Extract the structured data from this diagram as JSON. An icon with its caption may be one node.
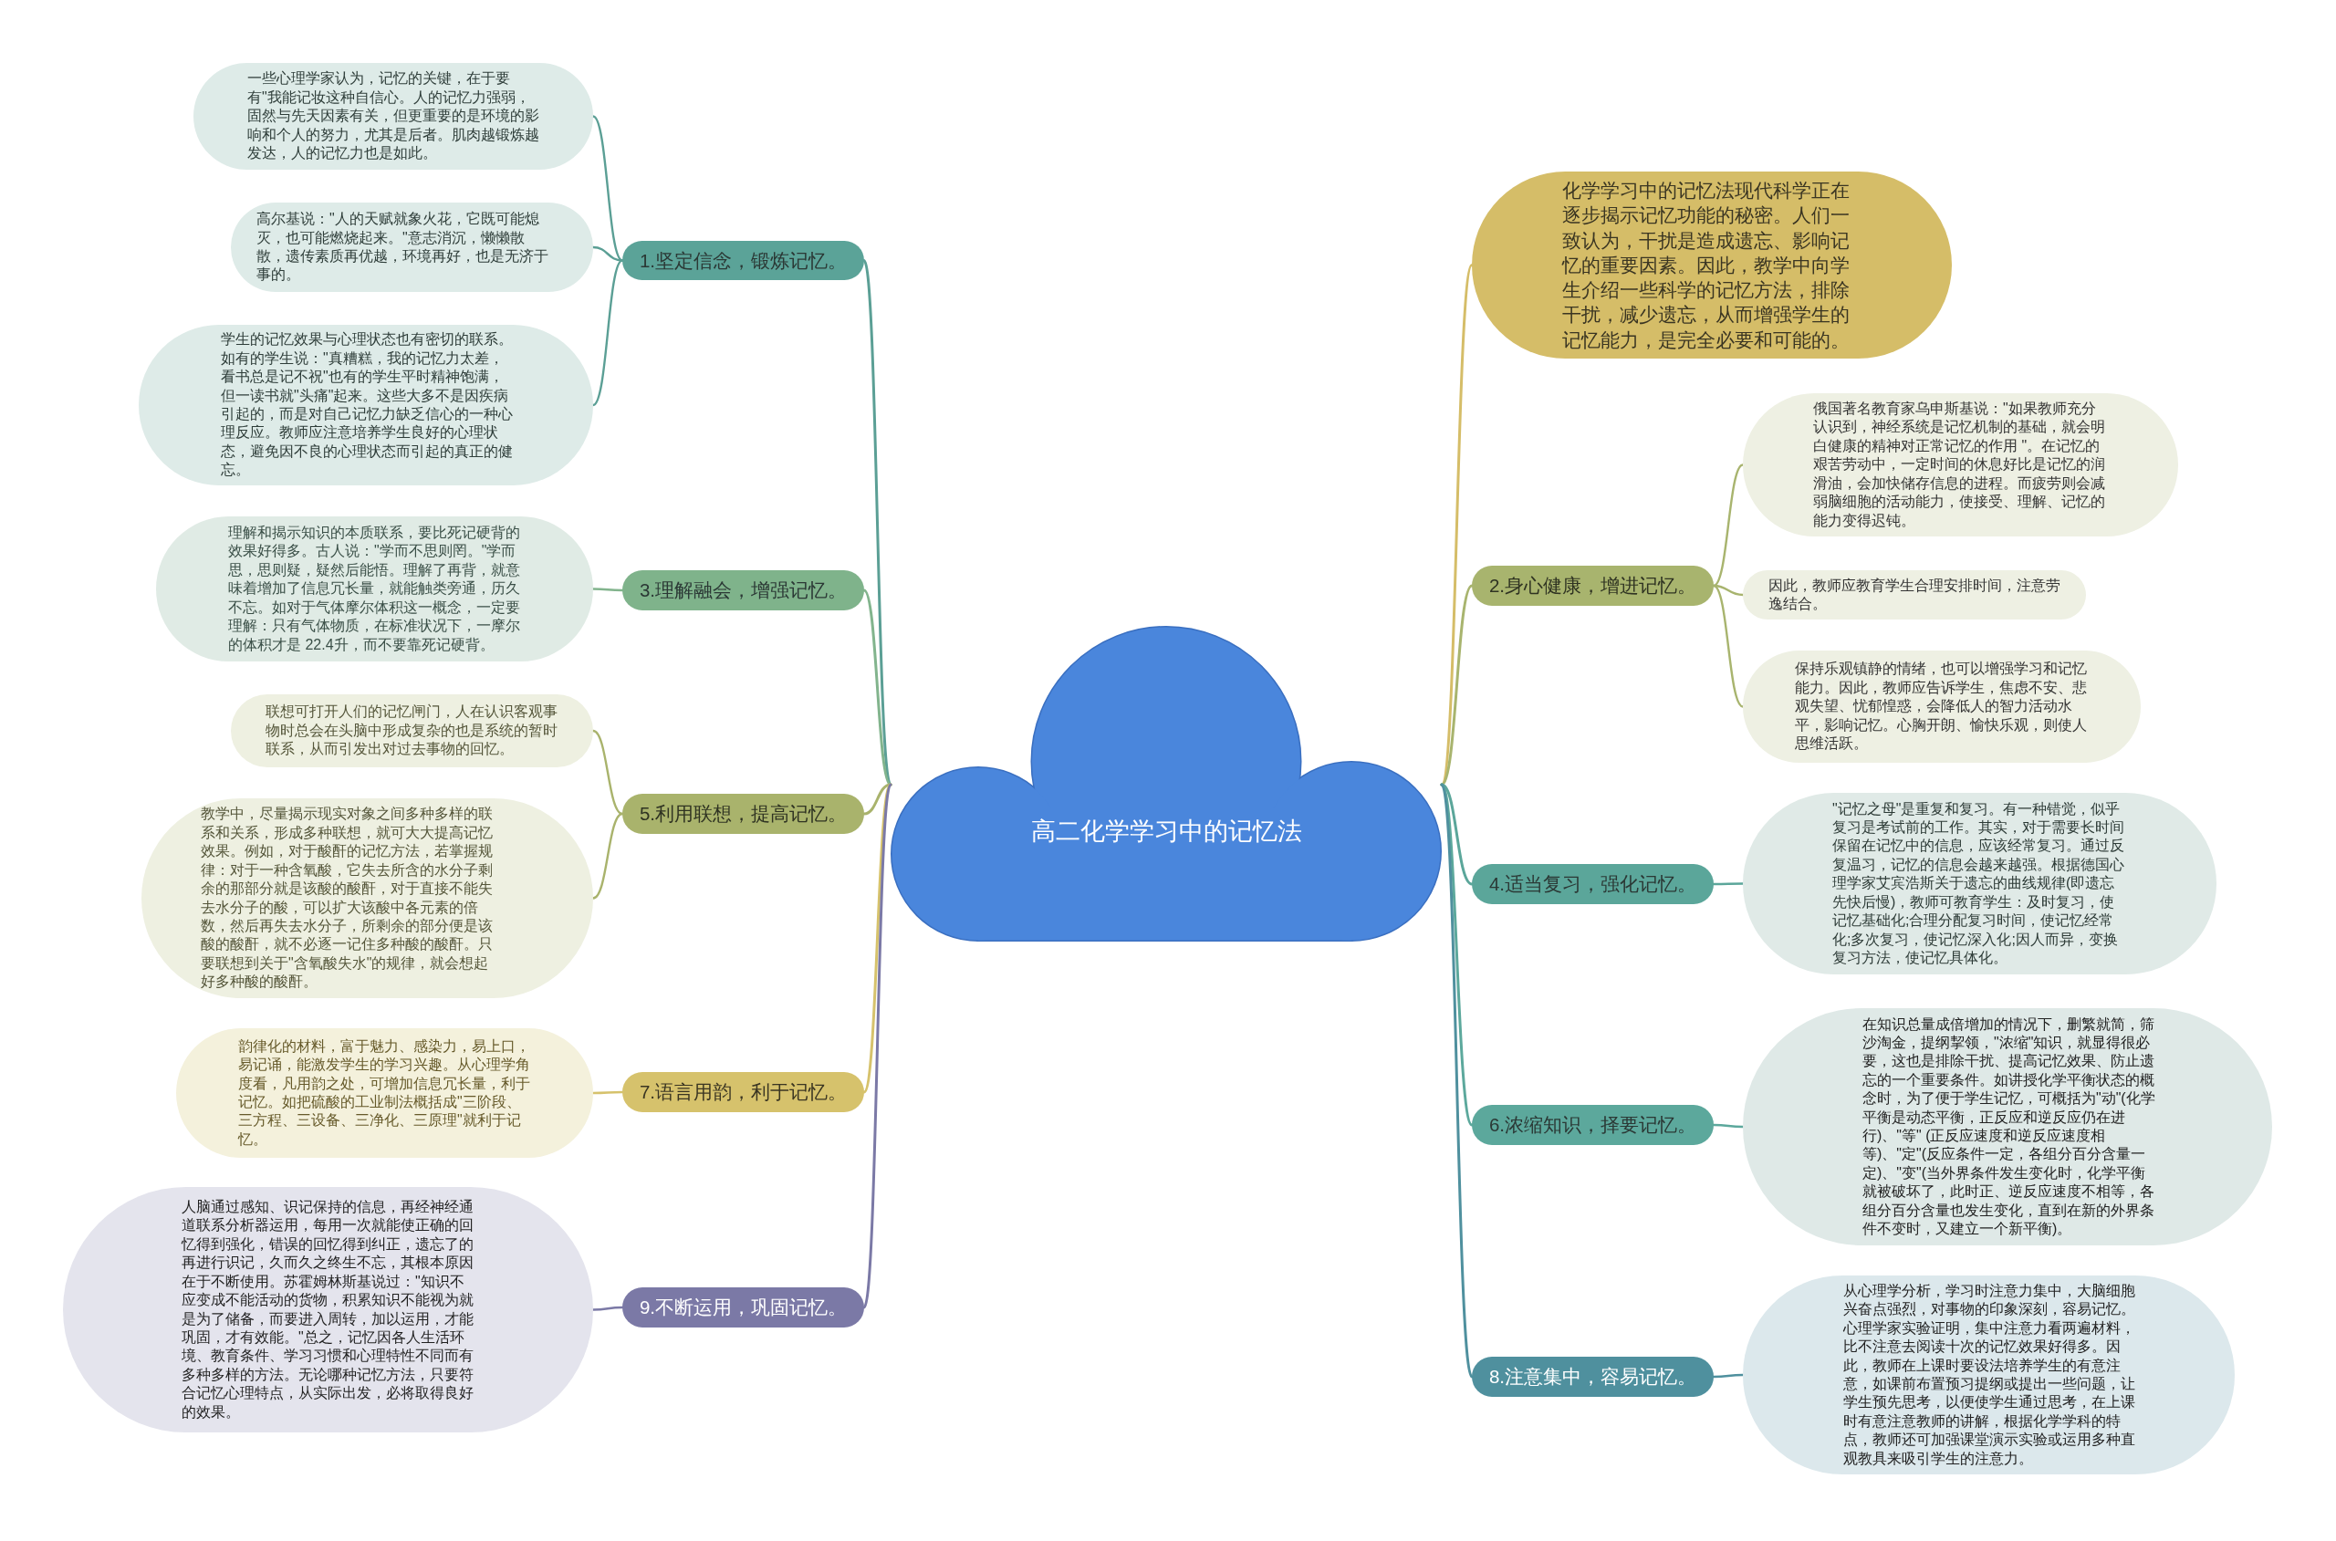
{
  "diagram": {
    "nodes": [
      {
        "text": [
          "高二化学学习中的记忆法"
        ]
      },
      {
        "text": [
          "化学学习中的记忆法现代科学正在逐步揭示记忆功能的秘密。人们一致认为，干扰是造成遗忘、影响记忆的重要因素。因此，教学中向学生介绍一些科学的记忆方法，排除干扰，减少遗忘，从而增强学生的记忆能力，是完全必要和可能的。"
        ]
      },
      {
        "text": [
          "1.坚定信念，锻炼记忆。"
        ]
      },
      {
        "text": [
          "一些心理学家认为，记忆的关键，在于要有\"我能记妆这种自信心。人的记忆力强弱，固然与先天因素有关，但更重要的是环境的影响和个人的努力，尤其是后者。肌肉越锻炼越发达，人的记忆力也是如此。"
        ]
      },
      {
        "text": [
          "高尔基说：\"人的天赋就象火花，它既可能熄灭，也可能燃烧起来。\"意志消沉，懒懒散散，遗传素质再优越，环境再好，也是无济于事的。"
        ]
      },
      {
        "text": [
          "学生的记忆效果与心理状态也有密切的联系。如有的学生说：\"真糟糕，我的记忆力太差，看书总是记不祝\"也有的学生平时精神饱满，但一读书就\"头痛\"起来。这些大多不是因疾病引起的，而是对自己记忆力缺乏信心的一种心理反应。教师应注意培养学生良好的心理状态，避免因不良的心理状态而引起的真正的健忘。"
        ]
      },
      {
        "text": [
          "2.身心健康，增进记忆。"
        ]
      },
      {
        "text": [
          "俄国著名教育家乌申斯基说：\"如果教师充分认识到，神经系统是记忆机制的基础，就会明白健康的精神对正常记忆的作用 \"。在记忆的艰苦劳动中，一定时间的休息好比是记忆的润滑油，会加快储存信息的进程。而疲劳则会减弱脑细胞的活动能力，使接受、理解、记忆的能力变得迟钝。"
        ]
      },
      {
        "text": [
          "因此，教师应教育学生合理安排时间，注意劳逸结合。"
        ]
      },
      {
        "text": [
          "保持乐观镇静的情绪，也可以增强学习和记忆能力。因此，教师应告诉学生，焦虑不安、悲观失望、忧郁惶惑，会降低人的智力活动水平，影响记忆。心胸开朗、愉快乐观，则使人思维活跃。"
        ]
      },
      {
        "text": [
          "3.理解融会，增强记忆。"
        ]
      },
      {
        "text": [
          "理解和揭示知识的本质联系，要比死记硬背的效果好得多。古人说：\"学而不思则罔。\"学而思，思则疑，疑然后能悟。理解了再背，就意味着增加了信息冗长量，就能触类旁通，历久不忘。如对于气体摩尔体积这一概念，一定要理解：只有气体物质，在标准状况下，一摩尔的体积才是 22.4升，而不要靠死记硬背。"
        ]
      },
      {
        "text": [
          "4.适当复习，强化记忆。"
        ]
      },
      {
        "text": [
          "\"记忆之母\"是重复和复习。有一种错觉，似乎复习是考试前的工作。其实，对于需要长时间保留在记忆中的信息，应该经常复习。通过反复温习，记忆的信息会越来越强。根据德国心理学家艾宾浩斯关于遗忘的曲线规律(即遗忘先快后慢)，教师可教育学生：及时复习，使记忆基础化;合理分配复习时间，使记忆经常化;多次复习，使记忆深入化;因人而异，变换复习方法，使记忆具体化。"
        ]
      },
      {
        "text": [
          "5.利用联想，提高记忆。"
        ]
      },
      {
        "text": [
          "联想可打开人们的记忆闸门，人在认识客观事物时总会在头脑中形成复杂的也是系统的暂时联系，从而引发出对过去事物的回忆。"
        ]
      },
      {
        "text": [
          "教学中，尽量揭示现实对象之间多种多样的联系和关系，形成多种联想，就可大大提高记忆效果。例如，对于酸酐的记忆方法，若掌握规律：对于一种含氧酸，它失去所含的水分子剩余的那部分就是该酸的酸酐，对于直接不能失去水分子的酸，可以扩大该酸中各元素的倍数，然后再失去水分子，所剩余的部分便是该酸的酸酐，就不必逐一记住多种酸的酸酐。只要联想到关于\"含氧酸失水\"的规律，就会想起好多种酸的酸酐。"
        ]
      },
      {
        "text": [
          "6.浓缩知识，择要记忆。"
        ]
      },
      {
        "text": [
          "在知识总量成倍增加的情况下，删繁就简，筛沙淘金，提纲挈领，\"浓缩\"知识，就显得很必要，这也是排除干扰、提高记忆效果、防止遗忘的一个重要条件。如讲授化学平衡状态的概念时，为了便于学生记忆，可概括为\"动\"(化学平衡是动态平衡，正反应和逆反应仍在进行)、\"等\" (正反应速度和逆反应速度相等)、\"定\"(反应条件一定，各组分百分含量一定)、\"变\"(当外界条件发生变化时，化学平衡就被破坏了，此时正、逆反应速度不相等，各组分百分含量也发生变化，直到在新的外界条件不变时，又建立一个新平衡)。"
        ]
      },
      {
        "text": [
          "7.语言用韵，利于记忆。"
        ]
      },
      {
        "text": [
          "韵律化的材料，富于魅力、感染力，易上口，易记诵，能激发学生的学习兴趣。从心理学角度看，凡用韵之处，可增加信息冗长量，利于记忆。如把硫酸的工业制法概括成\"三阶段、三方程、三设备、三净化、三原理\"就利于记忆。"
        ]
      },
      {
        "text": [
          "8.注意集中，容易记忆。"
        ]
      },
      {
        "text": [
          "从心理学分析，学习时注意力集中，大脑细胞兴奋点强烈，对事物的印象深刻，容易记忆。心理学家实验证明，集中注意力看两遍材料，比不注意去阅读十次的记忆效果好得多。因此，教师在上课时要设法培养学生的有意注意，如课前布置预习提纲或提出一些问题，让学生预先思考，以便使学生通过思考，在上课时有意注意教师的讲解，根据化学学科的特点，教师还可加强课堂演示实验或运用多种直观教具来吸引学生的注意力。"
        ]
      },
      {
        "text": [
          "9.不断运用，巩固记忆。"
        ]
      },
      {
        "text": [
          "人脑通过感知、识记保持的信息，再经神经通道联系分析器运用，每用一次就能使正确的回忆得到强化，错误的回忆得到纠正，遗忘了的再进行识记，久而久之终生不忘，其根本原因在于不断使用。苏霍姆林斯基说过：\"知识不应变成不能活动的货物，积累知识不能视为就是为了储备，而要进入周转，加以运用，才能巩固，才有效能。\"总之，记忆因各人生活环境、教育条件、学习习惯和心理特性不同而有多种多样的方法。无论哪种记忆方法，只要符合记忆心理特点，从实际出发，必将取得良好的效果。"
        ]
      }
    ],
    "edges": [
      {
        "from": 0,
        "to": 1,
        "arrow": "none",
        "color": "#d5bd68"
      },
      {
        "from": 0,
        "to": 2,
        "arrow": "none",
        "color": "#5b9f95"
      },
      {
        "from": 2,
        "to": 3,
        "arrow": "none",
        "color": "#5b9f95"
      },
      {
        "from": 2,
        "to": 4,
        "arrow": "none",
        "color": "#5b9f95"
      },
      {
        "from": 2,
        "to": 5,
        "arrow": "none",
        "color": "#5b9f95"
      },
      {
        "from": 0,
        "to": 6,
        "arrow": "none",
        "color": "#a8b46e"
      },
      {
        "from": 6,
        "to": 7,
        "arrow": "none",
        "color": "#a8b46e"
      },
      {
        "from": 6,
        "to": 8,
        "arrow": "none",
        "color": "#a8b46e"
      },
      {
        "from": 6,
        "to": 9,
        "arrow": "none",
        "color": "#a8b46e"
      },
      {
        "from": 0,
        "to": 10,
        "arrow": "none",
        "color": "#82b48d"
      },
      {
        "from": 10,
        "to": 11,
        "arrow": "none",
        "color": "#82b48d"
      },
      {
        "from": 0,
        "to": 12,
        "arrow": "none",
        "color": "#5ba69a"
      },
      {
        "from": 12,
        "to": 13,
        "arrow": "none",
        "color": "#5ba69a"
      },
      {
        "from": 0,
        "to": 14,
        "arrow": "none",
        "color": "#a9b36c"
      },
      {
        "from": 14,
        "to": 15,
        "arrow": "none",
        "color": "#a9b36c"
      },
      {
        "from": 14,
        "to": 16,
        "arrow": "none",
        "color": "#a9b36c"
      },
      {
        "from": 0,
        "to": 17,
        "arrow": "none",
        "color": "#5ca89c"
      },
      {
        "from": 17,
        "to": 18,
        "arrow": "none",
        "color": "#5ca89c"
      },
      {
        "from": 0,
        "to": 19,
        "arrow": "none",
        "color": "#d6c26c"
      },
      {
        "from": 19,
        "to": 20,
        "arrow": "none",
        "color": "#d6c26c"
      },
      {
        "from": 0,
        "to": 21,
        "arrow": "none",
        "color": "#4f909e"
      },
      {
        "from": 21,
        "to": 22,
        "arrow": "none",
        "color": "#4f909e"
      },
      {
        "from": 0,
        "to": 23,
        "arrow": "none",
        "color": "#7b79a6"
      },
      {
        "from": 23,
        "to": 24,
        "arrow": "none",
        "color": "#7b79a6"
      }
    ]
  }
}
